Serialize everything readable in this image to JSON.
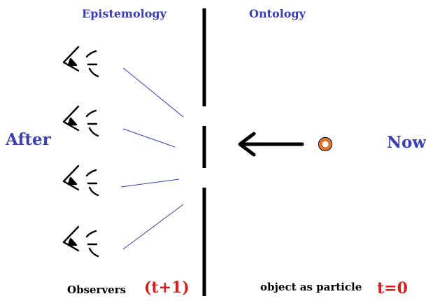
{
  "labels": {
    "epistemology": "Epistemology",
    "ontology": "Ontology",
    "after": "After",
    "now": "Now",
    "observers": "Observers",
    "time_after": "(t+1)",
    "object_label": "object as particle",
    "time_now": "t=0"
  },
  "observers": [
    {
      "icon": "eye-icon"
    },
    {
      "icon": "eye-icon"
    },
    {
      "icon": "eye-icon"
    },
    {
      "icon": "eye-icon"
    }
  ],
  "colors": {
    "heading": "#3b3fb0",
    "time": "#d62020",
    "sight_line": "#3b3fb0",
    "particle": "#e46f1f",
    "ink": "#000000"
  }
}
